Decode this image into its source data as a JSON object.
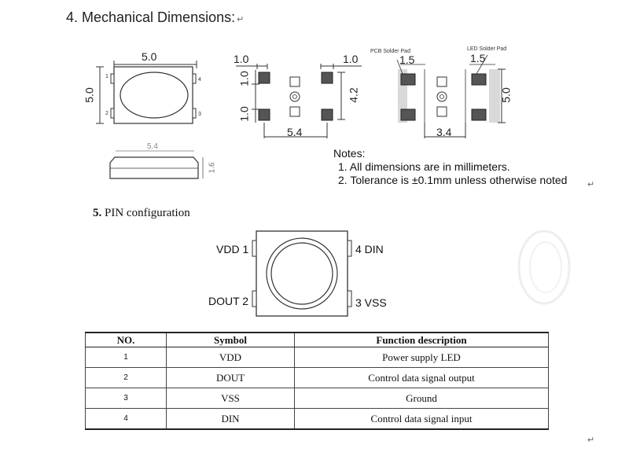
{
  "section4": {
    "title": "4. Mechanical Dimensions:",
    "ret_mark": "↵"
  },
  "top_view": {
    "width_label": "5.0",
    "height_label": "5.0",
    "pins": [
      "1",
      "4",
      "2",
      "3"
    ]
  },
  "side_view": {
    "width_label": "5.4",
    "height_label": "1.6"
  },
  "pad_view": {
    "left_label": "1.0",
    "right_label": "1.0",
    "pad_h1": "1.0",
    "pad_h2": "1.0",
    "height_label": "4.2",
    "width_label": "5.4"
  },
  "solder_view": {
    "pcb_label": "PCB Solder Pad",
    "led_label": "LED Solder Pad",
    "left_label": "1.5",
    "right_label": "1.5",
    "height_label": "5.0",
    "width_label": "3.4"
  },
  "notes": {
    "heading": "Notes:",
    "items": [
      "1. All dimensions are in millimeters.",
      "2. Tolerance is ±0.1mm unless otherwise noted"
    ],
    "ret_mark": "↵"
  },
  "section5": {
    "num": "5.",
    "title": "PIN configuration"
  },
  "pin_diagram": {
    "vdd": "VDD 1",
    "din": "4 DIN",
    "dout": "DOUT 2",
    "vss": "3 VSS"
  },
  "table": {
    "headers": [
      "NO.",
      "Symbol",
      "Function description"
    ],
    "rows": [
      {
        "no": "1",
        "symbol": "VDD",
        "desc": "Power supply LED"
      },
      {
        "no": "2",
        "symbol": "DOUT",
        "desc": "Control data signal output"
      },
      {
        "no": "3",
        "symbol": "VSS",
        "desc": "Ground"
      },
      {
        "no": "4",
        "symbol": "DIN",
        "desc": "Control data signal input"
      }
    ]
  },
  "footer": {
    "ret_mark": "↵"
  }
}
